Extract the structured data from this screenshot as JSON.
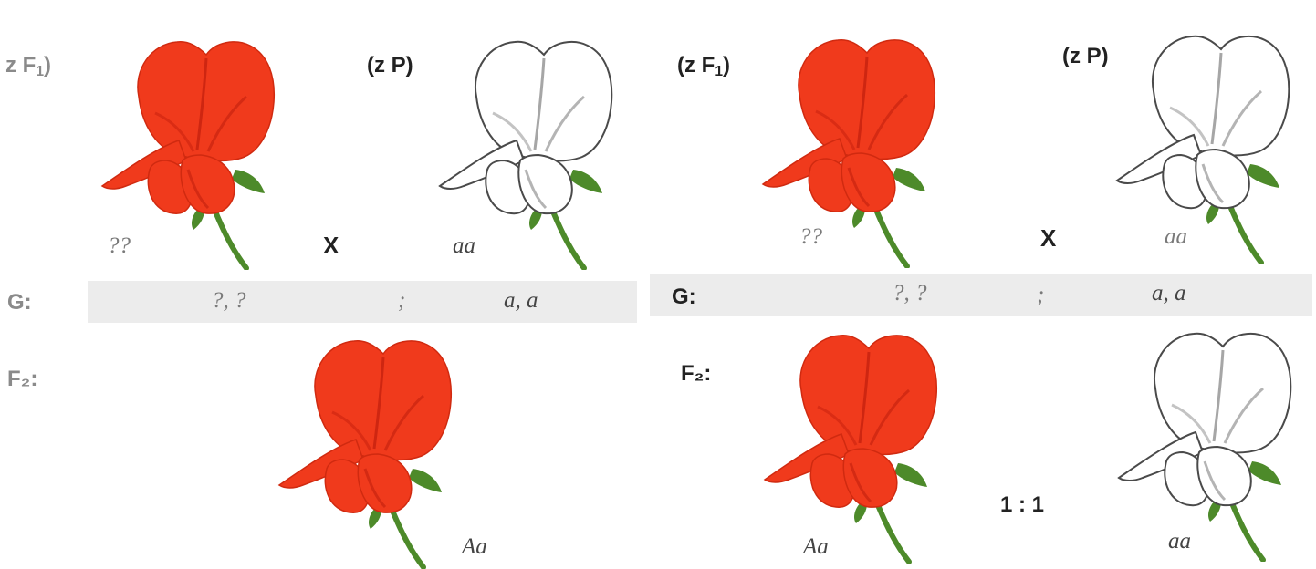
{
  "colors": {
    "red_petal": "#f03a1c",
    "red_shadow": "#b8190a",
    "white_petal": "#ffffff",
    "outline": "#4a4a4a",
    "stem": "#4d8a2a",
    "band": "#ececec"
  },
  "left": {
    "parent1_label": {
      "prefix": "z F",
      "sub": "1",
      "close": ")"
    },
    "parent2_label": {
      "open": "(z P)"
    },
    "parent1_genotype": "??",
    "cross_symbol": "X",
    "parent2_genotype": "aa",
    "gametes_label": "G:",
    "gametes_parent1": "?, ?",
    "gametes_separator": ";",
    "gametes_parent2": "a,  a",
    "offspring_label": "F₂:",
    "offspring_genotype": "Aa"
  },
  "right": {
    "parent1_label": {
      "prefix": "(z F",
      "sub": "1",
      "close": ")"
    },
    "parent2_label": {
      "open": "(z P)"
    },
    "parent1_genotype": "??",
    "cross_symbol": "X",
    "parent2_genotype": "aa",
    "gametes_label": "G:",
    "gametes_parent1": "?, ?",
    "gametes_separator": ";",
    "gametes_parent2": "a,  a",
    "offspring_label": "F₂:",
    "offspring_genotype_red": "Aa",
    "ratio": "1 : 1",
    "offspring_genotype_white": "aa"
  },
  "icons": {
    "red_flower": "red-pea-flower-icon",
    "white_flower": "white-pea-flower-icon"
  }
}
